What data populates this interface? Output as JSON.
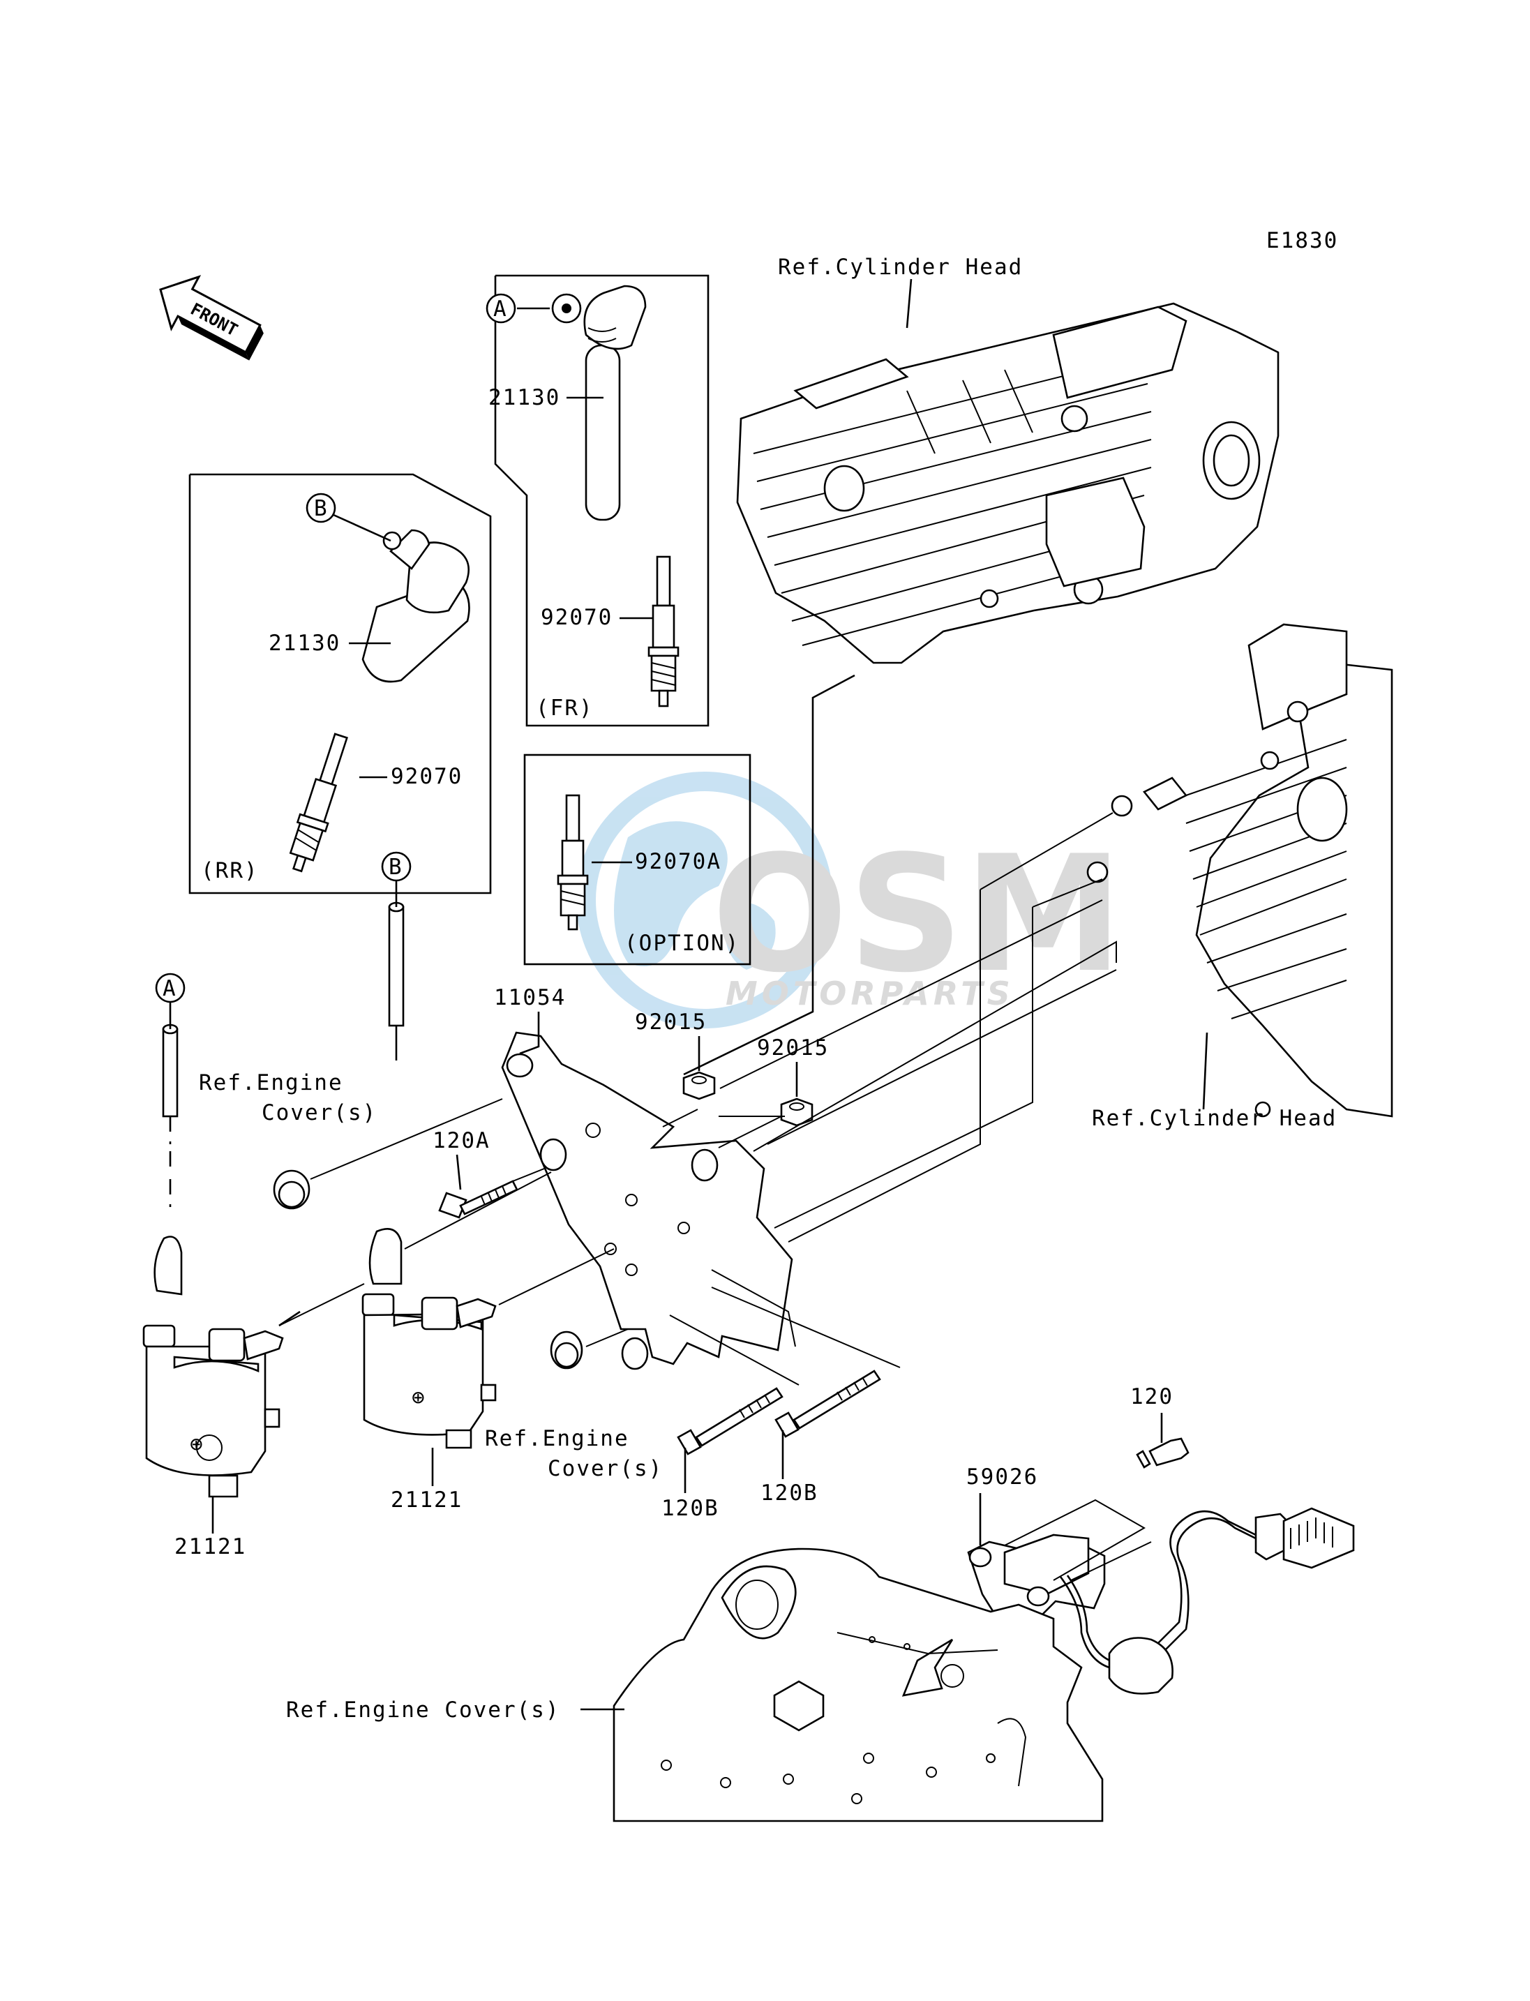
{
  "diagram_code": "E1830",
  "front_label": "FRONT",
  "refs": {
    "cyl_head_top": "Ref.Cylinder Head",
    "cyl_head_right": "Ref.Cylinder Head",
    "engine_cover_left_1": "Ref.Engine",
    "engine_cover_left_2": "Cover(s)",
    "engine_cover_mid_1": "Ref.Engine",
    "engine_cover_mid_2": "Cover(s)",
    "engine_cover_bottom": "Ref.Engine Cover(s)"
  },
  "groups": {
    "fr": "(FR)",
    "rr": "(RR)",
    "option": "(OPTION)"
  },
  "markers": {
    "a": "A",
    "b": "B"
  },
  "parts": {
    "cap_fr": "21130",
    "plug_fr": "92070",
    "cap_rr": "21130",
    "plug_rr": "92070",
    "plug_option": "92070A",
    "bracket": "11054",
    "nut_1": "92015",
    "nut_2": "92015",
    "bolt_120a": "120A",
    "coil_left": "21121",
    "coil_mid": "21121",
    "bolt_120b_1": "120B",
    "bolt_120b_2": "120B",
    "bolt_120": "120",
    "sensor": "59026"
  },
  "watermark": {
    "brand": "OSM",
    "sub": "MOTORPARTS"
  },
  "colors": {
    "ink": "#000000",
    "watermark_blue": "#9ccbe9",
    "watermark_grey": "#bdbdbd"
  }
}
